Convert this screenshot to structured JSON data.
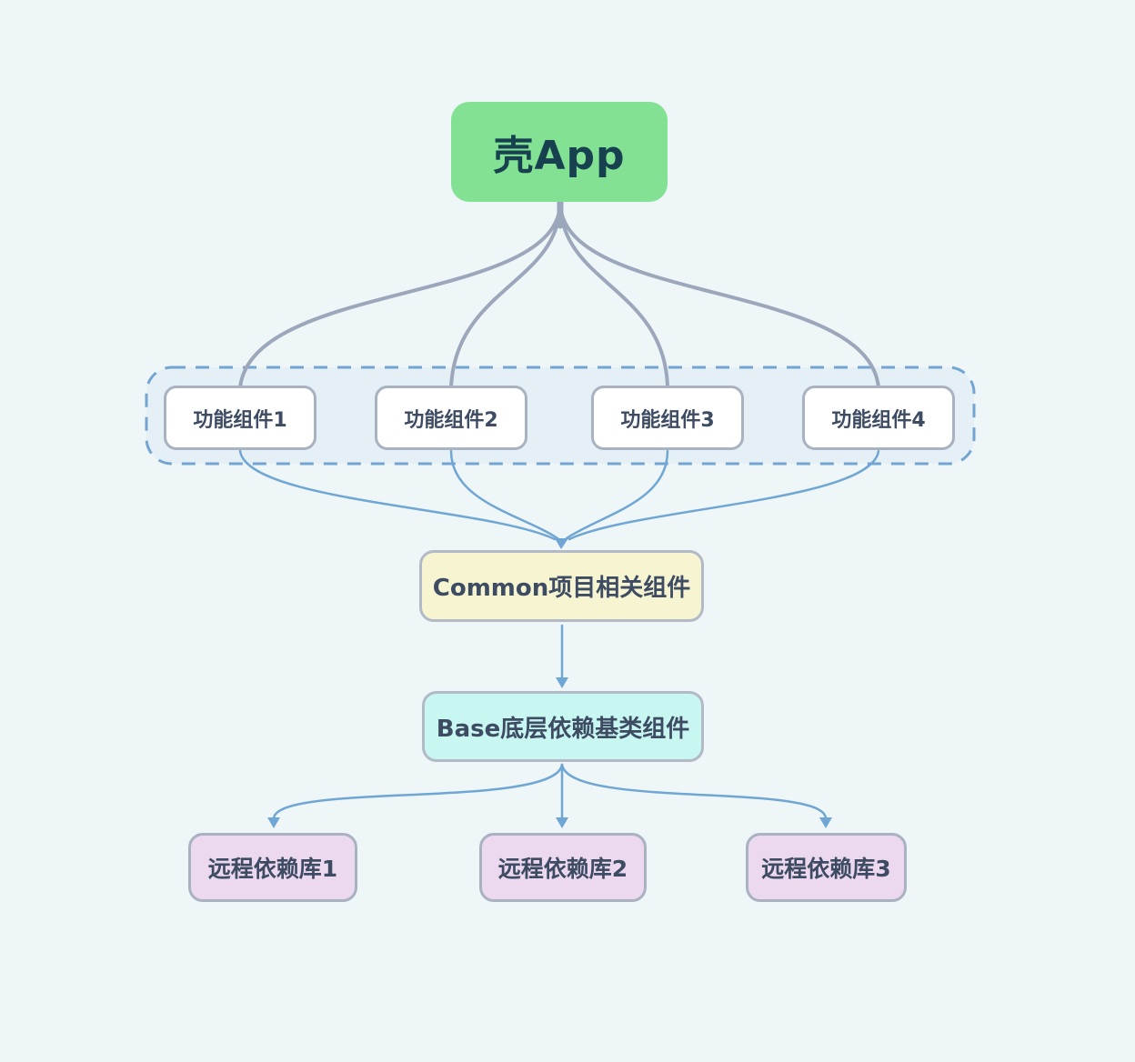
{
  "diagram": {
    "background_color": "#eef6f8",
    "nodes": {
      "shell": {
        "label": "壳App",
        "fill": "#82e193",
        "text_color": "#17414f"
      },
      "feature_group": {
        "border_color": "#74a5d2",
        "fill": "#e3eef7",
        "style": "dashed"
      },
      "components": [
        {
          "label": "功能组件1",
          "fill": "#ffffff"
        },
        {
          "label": "功能组件2",
          "fill": "#ffffff"
        },
        {
          "label": "功能组件3",
          "fill": "#ffffff"
        },
        {
          "label": "功能组件4",
          "fill": "#ffffff"
        }
      ],
      "common": {
        "label": "Common项目相关组件",
        "fill": "#f6f4d1"
      },
      "base": {
        "label": "Base底层依赖基类组件",
        "fill": "#c8f6f1"
      },
      "remotes": [
        {
          "label": "远程依赖库1",
          "fill": "#ecd9f0"
        },
        {
          "label": "远程依赖库2",
          "fill": "#ecd9f0"
        },
        {
          "label": "远程依赖库3",
          "fill": "#ecd9f0"
        }
      ]
    },
    "edges": {
      "trunk_color": "#9ca7bb",
      "flow_color": "#6fa6d4",
      "list": [
        {
          "from": "壳App",
          "to": "功能组件1"
        },
        {
          "from": "壳App",
          "to": "功能组件2"
        },
        {
          "from": "壳App",
          "to": "功能组件3"
        },
        {
          "from": "壳App",
          "to": "功能组件4"
        },
        {
          "from": "功能组件1",
          "to": "Common项目相关组件"
        },
        {
          "from": "功能组件2",
          "to": "Common项目相关组件"
        },
        {
          "from": "功能组件3",
          "to": "Common项目相关组件"
        },
        {
          "from": "功能组件4",
          "to": "Common项目相关组件"
        },
        {
          "from": "Common项目相关组件",
          "to": "Base底层依赖基类组件"
        },
        {
          "from": "Base底层依赖基类组件",
          "to": "远程依赖库1"
        },
        {
          "from": "Base底层依赖基类组件",
          "to": "远程依赖库2"
        },
        {
          "from": "Base底层依赖基类组件",
          "to": "远程依赖库3"
        }
      ]
    }
  }
}
